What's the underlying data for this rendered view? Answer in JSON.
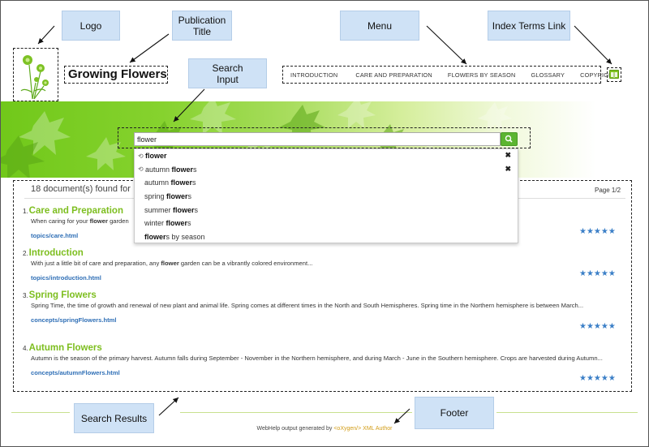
{
  "callouts": {
    "logo": "Logo",
    "publication_title": "Publication\nTitle",
    "menu": "Menu",
    "index_terms": "Index Terms Link",
    "search_input": "Search\nInput",
    "search_results": "Search Results",
    "footer": "Footer"
  },
  "header": {
    "title": "Growing Flowers",
    "menu": [
      "INTRODUCTION",
      "CARE AND PREPARATION",
      "FLOWERS BY SEASON",
      "GLOSSARY",
      "COPYRIGHT"
    ],
    "index_icon": "book-icon"
  },
  "search": {
    "value": "flower",
    "button_icon": "search-icon",
    "suggestions": [
      {
        "history": true,
        "pre": "",
        "match": "flower",
        "post": "",
        "removable": true
      },
      {
        "history": true,
        "pre": "autumn ",
        "match": "flower",
        "post": "s",
        "removable": true
      },
      {
        "history": false,
        "pre": "autumn ",
        "match": "flower",
        "post": "s",
        "removable": false
      },
      {
        "history": false,
        "pre": "spring ",
        "match": "flower",
        "post": "s",
        "removable": false
      },
      {
        "history": false,
        "pre": "summer ",
        "match": "flower",
        "post": "s",
        "removable": false
      },
      {
        "history": false,
        "pre": "winter ",
        "match": "flower",
        "post": "s",
        "removable": false
      },
      {
        "history": false,
        "pre": "",
        "match": "flower",
        "post": "s by season",
        "removable": false
      }
    ]
  },
  "results": {
    "found_text": "18 document(s) found for",
    "page": "Page 1/2",
    "items": [
      {
        "num": "1.",
        "title": "Care and Preparation",
        "snippet_pre": "When caring for your ",
        "snippet_match": "flower",
        "snippet_post": " garden",
        "link": "topics/care.html",
        "rating": 5
      },
      {
        "num": "2.",
        "title": "Introduction",
        "snippet_pre": "With just a little bit of care and preparation, any ",
        "snippet_match": "flower",
        "snippet_post": " garden can be a vibrantly colored environment...",
        "link": "topics/introduction.html",
        "rating": 5
      },
      {
        "num": "3.",
        "title": "Spring Flowers",
        "snippet_pre": "Spring Time, the time of growth and renewal of new plant and animal life. Spring comes at different times in the North and South Hemispheres. Spring time in the Northern hemisphere is between March...",
        "snippet_match": "",
        "snippet_post": "",
        "link": "concepts/springFlowers.html",
        "rating": 5
      },
      {
        "num": "4.",
        "title": "Autumn Flowers",
        "snippet_pre": "Autumn is the season of the primary harvest. Autumn falls during September - November in the Northern hemisphere, and during March - June in the Southern hemisphere. Crops are harvested during Autumn...",
        "snippet_match": "",
        "snippet_post": "",
        "link": "concepts/autumnFlowers.html",
        "rating": 5
      }
    ]
  },
  "footer": {
    "pre": "WebHelp output generated by ",
    "brand": "<oXygen/>",
    "post": " XML Author"
  },
  "colors": {
    "accent_green": "#7dbe1f",
    "link_blue": "#2f6fb6",
    "callout_bg": "#cfe2f6",
    "star_blue": "#3b7fc7"
  }
}
